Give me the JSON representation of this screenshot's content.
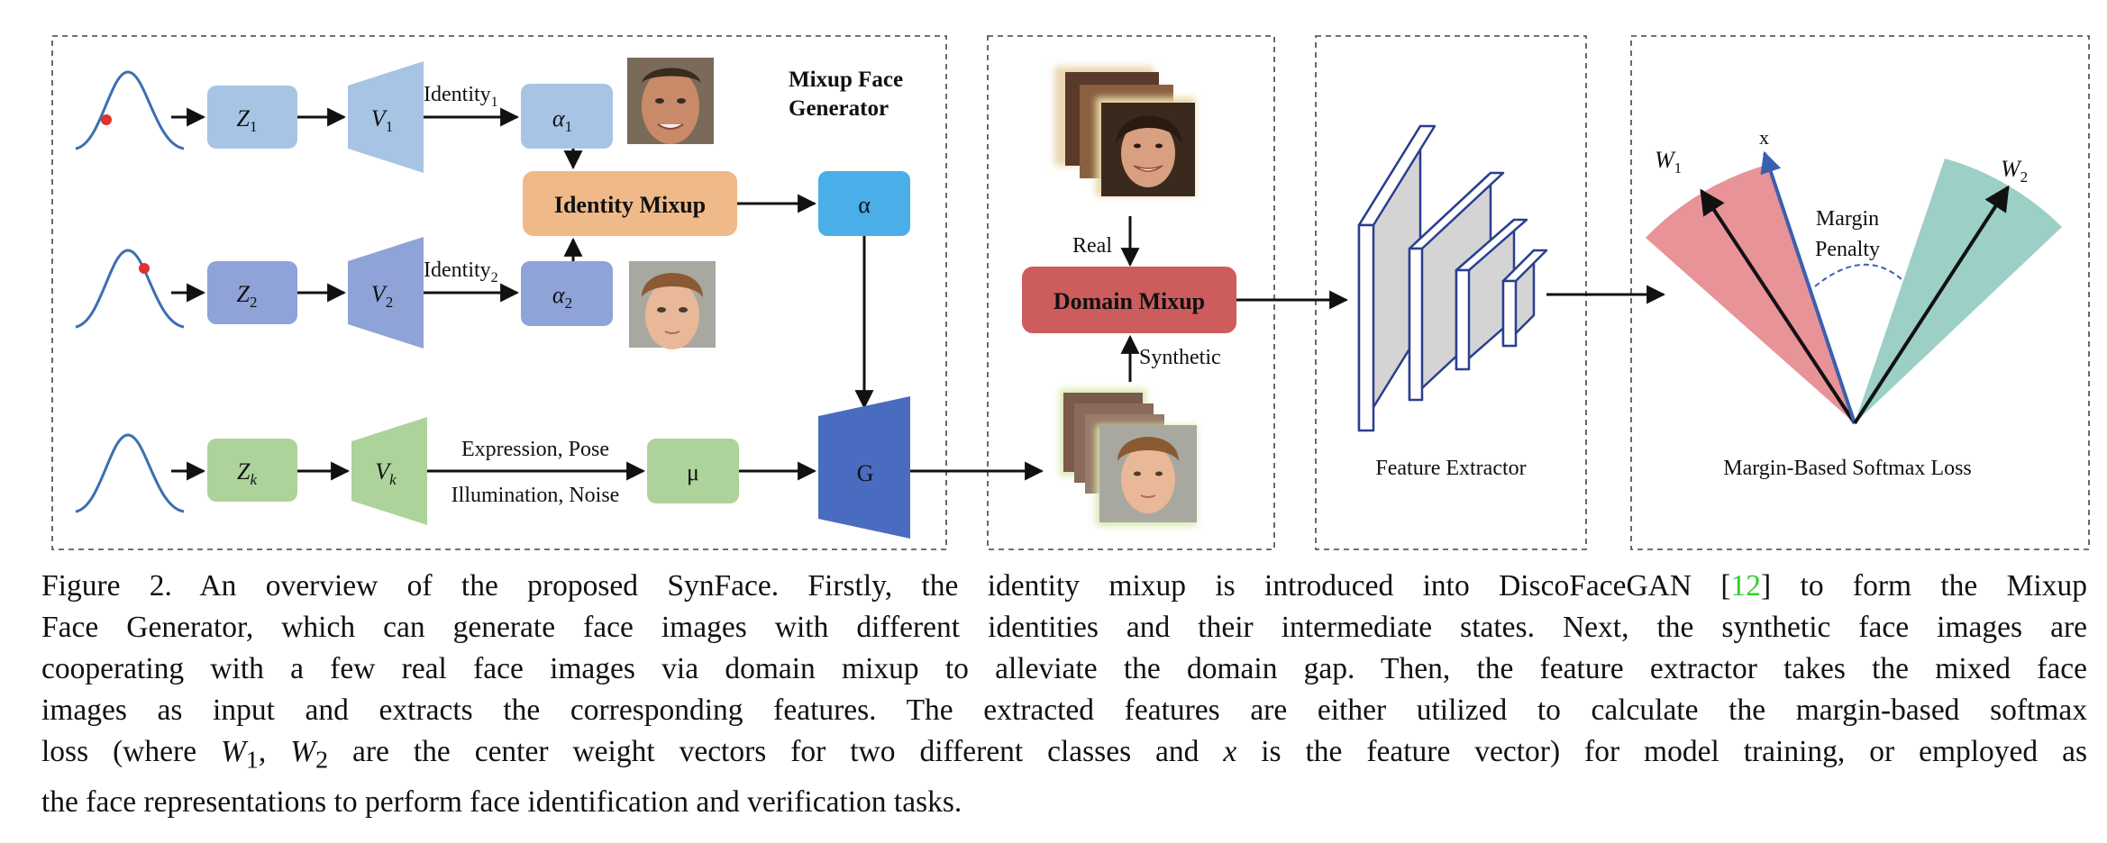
{
  "generator": {
    "title_line1": "Mixup Face",
    "title_line2": "Generator",
    "rows": [
      {
        "z_label": "Z",
        "z_sub": "1",
        "v_label": "V",
        "v_sub": "1",
        "edge_label": "Identity",
        "edge_sub": "1",
        "alpha_label": "α",
        "alpha_sub": "1"
      },
      {
        "z_label": "Z",
        "z_sub": "2",
        "v_label": "V",
        "v_sub": "2",
        "edge_label": "Identity",
        "edge_sub": "2",
        "alpha_label": "α",
        "alpha_sub": "2"
      },
      {
        "z_label": "Z",
        "z_sub": "k",
        "v_label": "V",
        "v_sub": "k",
        "edge_label_top": "Expression, Pose",
        "edge_label_bottom": "Illumination, Noise",
        "mu_label": "μ"
      }
    ],
    "identity_mixup": "Identity Mixup",
    "alpha_label": "α",
    "g_label": "G"
  },
  "domain": {
    "real_label": "Real",
    "synthetic_label": "Synthetic",
    "domain_mixup": "Domain Mixup"
  },
  "extractor": {
    "label": "Feature Extractor"
  },
  "loss": {
    "label": "Margin-Based Softmax Loss",
    "w1": "W",
    "w1_sub": "1",
    "w2": "W",
    "w2_sub": "2",
    "x_label": "x",
    "penalty_line1": "Margin",
    "penalty_line2": "Penalty"
  },
  "caption": {
    "l1_a": "Figure 2. An overview of the proposed SynFace.  Firstly, the identity mixup is introduced into DiscoFaceGAN [",
    "l1_cite": "12",
    "l1_b": "] to form the Mixup",
    "l2": "Face Generator, which can generate face images with different identities and their intermediate states. Next, the synthetic face images are",
    "l3": "cooperating with a few real face images via domain mixup to alleviate the domain gap.  Then, the feature extractor takes the mixed face",
    "l4": "images as input and extracts the corresponding features.  The extracted features are either utilized to calculate the margin-based softmax",
    "l5_a": "loss (where ",
    "l5_w1": "W",
    "l5_w1_sub": "1",
    "l5_comma": ", ",
    "l5_w2": "W",
    "l5_w2_sub": "2",
    "l5_b": " are the center weight vectors for two different classes and ",
    "l5_x": "x",
    "l5_c": " is the feature vector) for model training, or employed as",
    "l6": "the face representations to perform face identification and verification tasks."
  },
  "colors": {
    "z_blue": "#a7c4e4",
    "z_purple": "#8fa3d8",
    "z_green": "#aed39a",
    "identity_mixup": "#f0b98a",
    "alpha": "#4aaee8",
    "generator_g": "#4a6cc0",
    "domain_mixup": "#cd5c5c",
    "class1_sector": "#e89397",
    "class2_sector": "#9ccfc6",
    "curve": "#3b6fb0",
    "dot": "#e03030",
    "extractor_fill": "#d4d4d4",
    "extractor_edge": "#2a3f8f"
  }
}
